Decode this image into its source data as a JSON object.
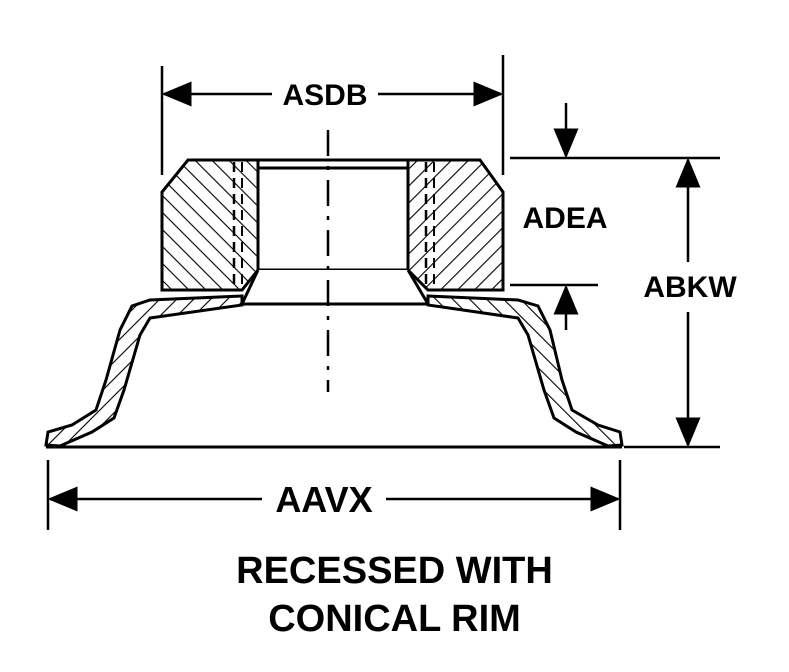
{
  "diagram": {
    "title": "Suction cup cross-section drawing",
    "dimensions": {
      "asdb": "ASDB",
      "adea": "ADEA",
      "abkw": "ABKW",
      "aavx": "AAVX"
    },
    "caption": {
      "line1": "RECESSED WITH",
      "line2": "CONICAL RIM"
    },
    "colors": {
      "ink": "#000000",
      "paper": "#ffffff"
    }
  }
}
